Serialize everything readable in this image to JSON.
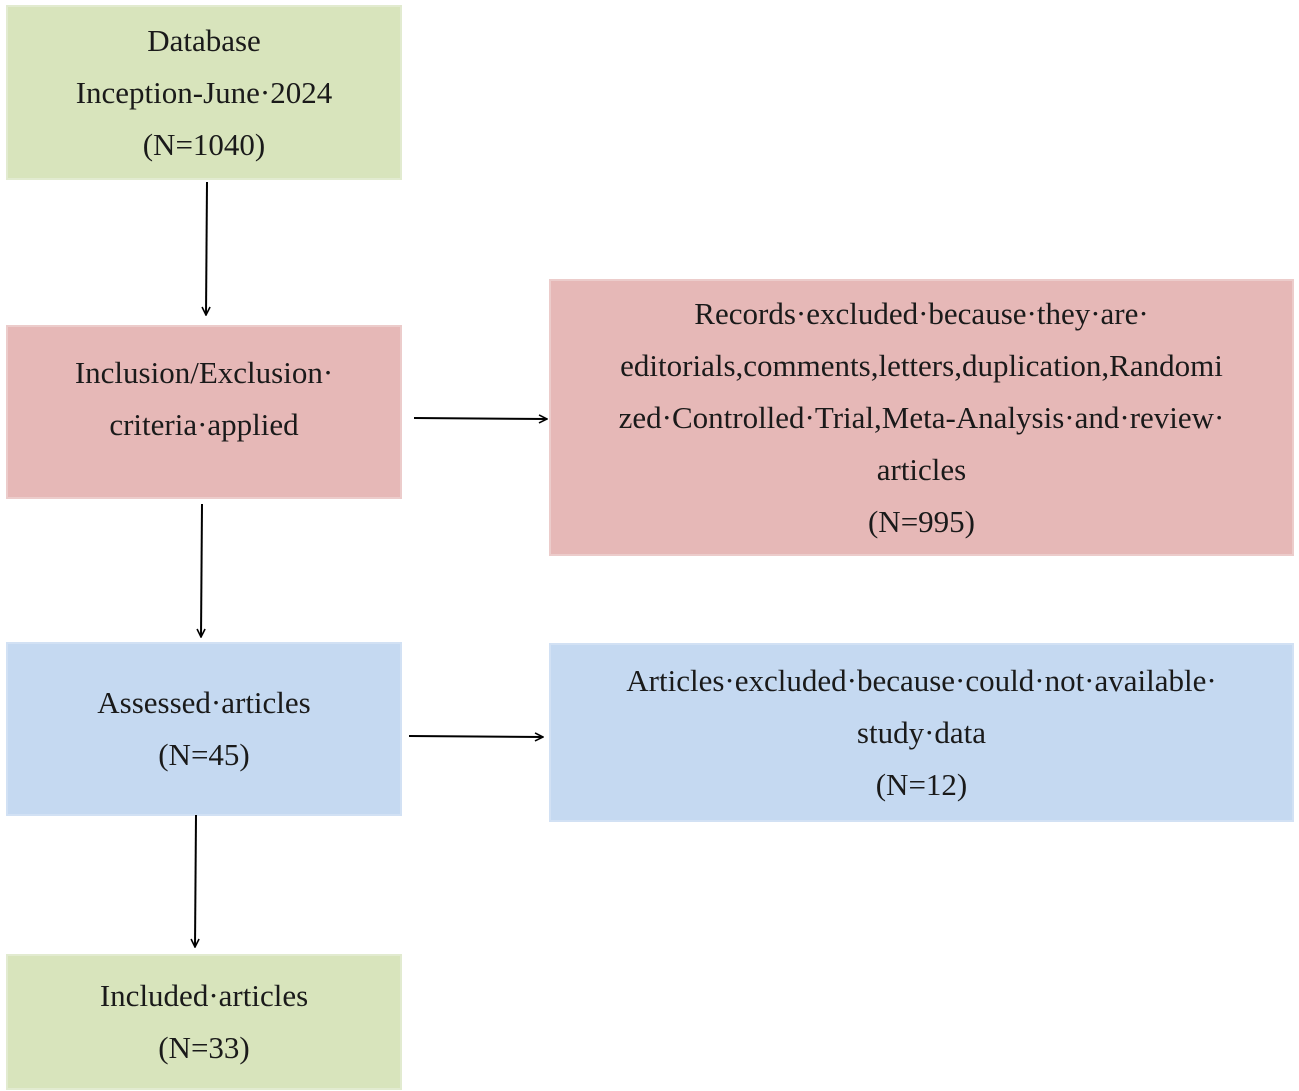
{
  "flowchart": {
    "database": {
      "lines": [
        "Database",
        "Inception-June·2024",
        "(N=1040)"
      ]
    },
    "criteria": {
      "lines": [
        "Inclusion/Exclusion·",
        "criteria·applied"
      ]
    },
    "records_excluded": {
      "lines": [
        "Records·excluded·because·they·are·",
        "editorials,comments,letters,duplication,Randomi",
        "zed·Controlled·Trial,Meta-Analysis·and·review·",
        "articles",
        "(N=995)"
      ]
    },
    "assessed": {
      "lines": [
        "Assessed·articles",
        "(N=45)"
      ]
    },
    "articles_excluded": {
      "lines": [
        "Articles·excluded·because·could·not·available·",
        "study·data",
        "(N=12)"
      ]
    },
    "included": {
      "lines": [
        "Included·articles",
        "(N=33)"
      ]
    }
  },
  "colors": {
    "green": "#d8e4bc",
    "red": "#e6b8b7",
    "blue": "#c5d9f1",
    "arrow": "#000000"
  }
}
